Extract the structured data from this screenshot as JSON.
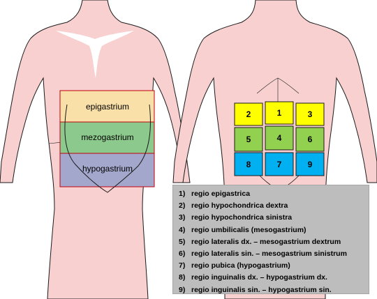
{
  "front_regions": [
    {
      "label": "epigastrium",
      "color": "#f9e0a8"
    },
    {
      "label": "mezogastrium",
      "color": "#8cc98c"
    },
    {
      "label": "hypogastrium",
      "color": "#a4a7cc"
    }
  ],
  "back_regions": [
    {
      "number": "2",
      "color": "#ffff00"
    },
    {
      "number": "1",
      "color": "#ffff00"
    },
    {
      "number": "3",
      "color": "#ffff00"
    },
    {
      "number": "5",
      "color": "#92d050"
    },
    {
      "number": "4",
      "color": "#92d050"
    },
    {
      "number": "6",
      "color": "#92d050"
    },
    {
      "number": "8",
      "color": "#00b0f0"
    },
    {
      "number": "7",
      "color": "#00b0f0"
    },
    {
      "number": "9",
      "color": "#00b0f0"
    }
  ],
  "legend": [
    {
      "num": "1)",
      "text": "regio epigastrica"
    },
    {
      "num": "2)",
      "text": "regio hypochondrica dextra"
    },
    {
      "num": "3)",
      "text": "regio hypochondrica sinistra"
    },
    {
      "num": "4)",
      "text": "regio umbilicalis (mesogastrium)"
    },
    {
      "num": "5)",
      "text": "regio lateralis dx. – mesogastrium dextrum"
    },
    {
      "num": "6)",
      "text": "regio lateralis sin. – mesogastrium sinistrum"
    },
    {
      "num": "7)",
      "text": "regio pubica (hypogastrium)"
    },
    {
      "num": "8)",
      "text": "regio inguinalis dx. – hypogastrium dx."
    },
    {
      "num": "9)",
      "text": "regio inguinalis sin. – hypogastrium sin."
    }
  ],
  "colors": {
    "skin": "#f8d0d0",
    "outline": "#1a1a1a",
    "region_border": "#c0000c",
    "legend_bg": "#bdbdbd"
  }
}
